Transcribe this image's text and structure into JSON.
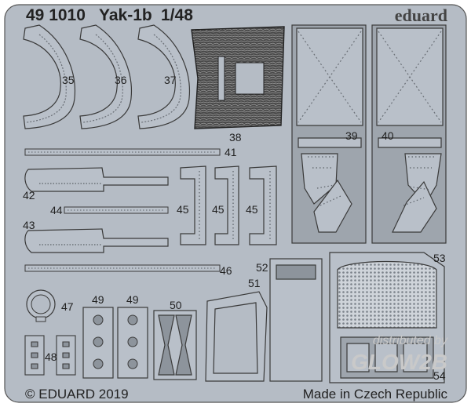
{
  "header": {
    "set_number": "49 1010",
    "model_name": "Yak-1b",
    "scale": "1/48",
    "brand": "eduard"
  },
  "footer": {
    "copyright": "© EDUARD 2019",
    "origin": "Made in Czech Republic"
  },
  "watermark": {
    "line1": "distributed by",
    "line2": "GLOW2B"
  },
  "part_numbers": {
    "p35": "35",
    "p36": "36",
    "p37": "37",
    "p38": "38",
    "p39": "39",
    "p40": "40",
    "p41": "41",
    "p42": "42",
    "p43": "43",
    "p44": "44",
    "p45a": "45",
    "p45b": "45",
    "p45c": "45",
    "p46": "46",
    "p47": "47",
    "p48": "48",
    "p49a": "49",
    "p49b": "49",
    "p50": "50",
    "p51": "51",
    "p52": "52",
    "p53": "53",
    "p54": "54"
  },
  "colors": {
    "sheet": "#b5bcc5",
    "background": "#ffffff",
    "outline": "#3a3a3a",
    "part_fill": "#b9c0c9",
    "part_dark": "#8d949c",
    "text": "#222222"
  }
}
